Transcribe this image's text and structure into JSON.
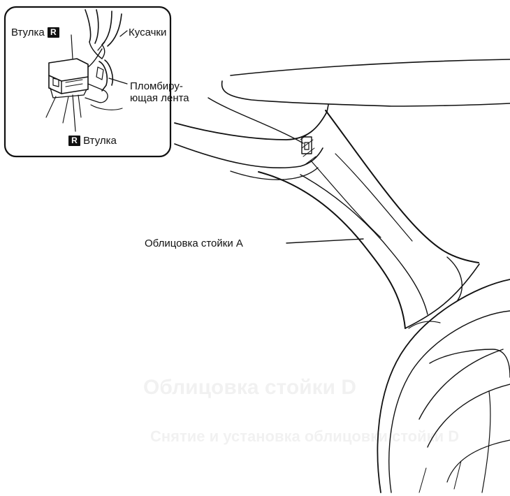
{
  "inset": {
    "bushing_top": "Втулка",
    "bushing_bottom": "Втулка",
    "badge": "R",
    "cutters": "Кусачки",
    "tape_line1": "Пломбиру-",
    "tape_line2": "ющая лента"
  },
  "pillar_label": "Облицовка стойки А",
  "bleed_through": {
    "heading": "Облицовка стойки D",
    "subheading": "Снятие и установка облицовки стойки D"
  },
  "colors": {
    "ink": "#111111",
    "paper": "#ffffff",
    "ghost": "#000000"
  }
}
